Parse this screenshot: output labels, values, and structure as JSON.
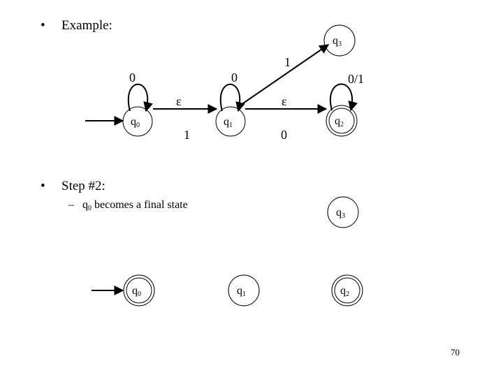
{
  "bullets": {
    "b1": {
      "marker": "•",
      "text": "Example:"
    },
    "b2": {
      "marker": "•",
      "text": "Step #2:"
    }
  },
  "sub_bullet": {
    "marker": "–",
    "state_letter": "q",
    "state_sub": "0",
    "text": "becomes a final state"
  },
  "diagram1": {
    "states": {
      "q0": {
        "letter": "q",
        "sub": "0"
      },
      "q1": {
        "letter": "q",
        "sub": "1"
      },
      "q2": {
        "letter": "q",
        "sub": "2"
      },
      "q3": {
        "letter": "q",
        "sub": "3"
      }
    },
    "labels": {
      "loop_q0": "0",
      "loop_q1": "0",
      "loop_q2": "0/1",
      "eps_q0_q1": "ε",
      "eps_q1_q2": "ε",
      "q1_q0": "1",
      "q2_q1": "0",
      "q1_q3": "1"
    }
  },
  "diagram2": {
    "states": {
      "q0": {
        "letter": "q",
        "sub": "0"
      },
      "q1": {
        "letter": "q",
        "sub": "1"
      },
      "q2": {
        "letter": "q",
        "sub": "2"
      },
      "q3": {
        "letter": "q",
        "sub": "3"
      }
    }
  },
  "page_number": "70"
}
